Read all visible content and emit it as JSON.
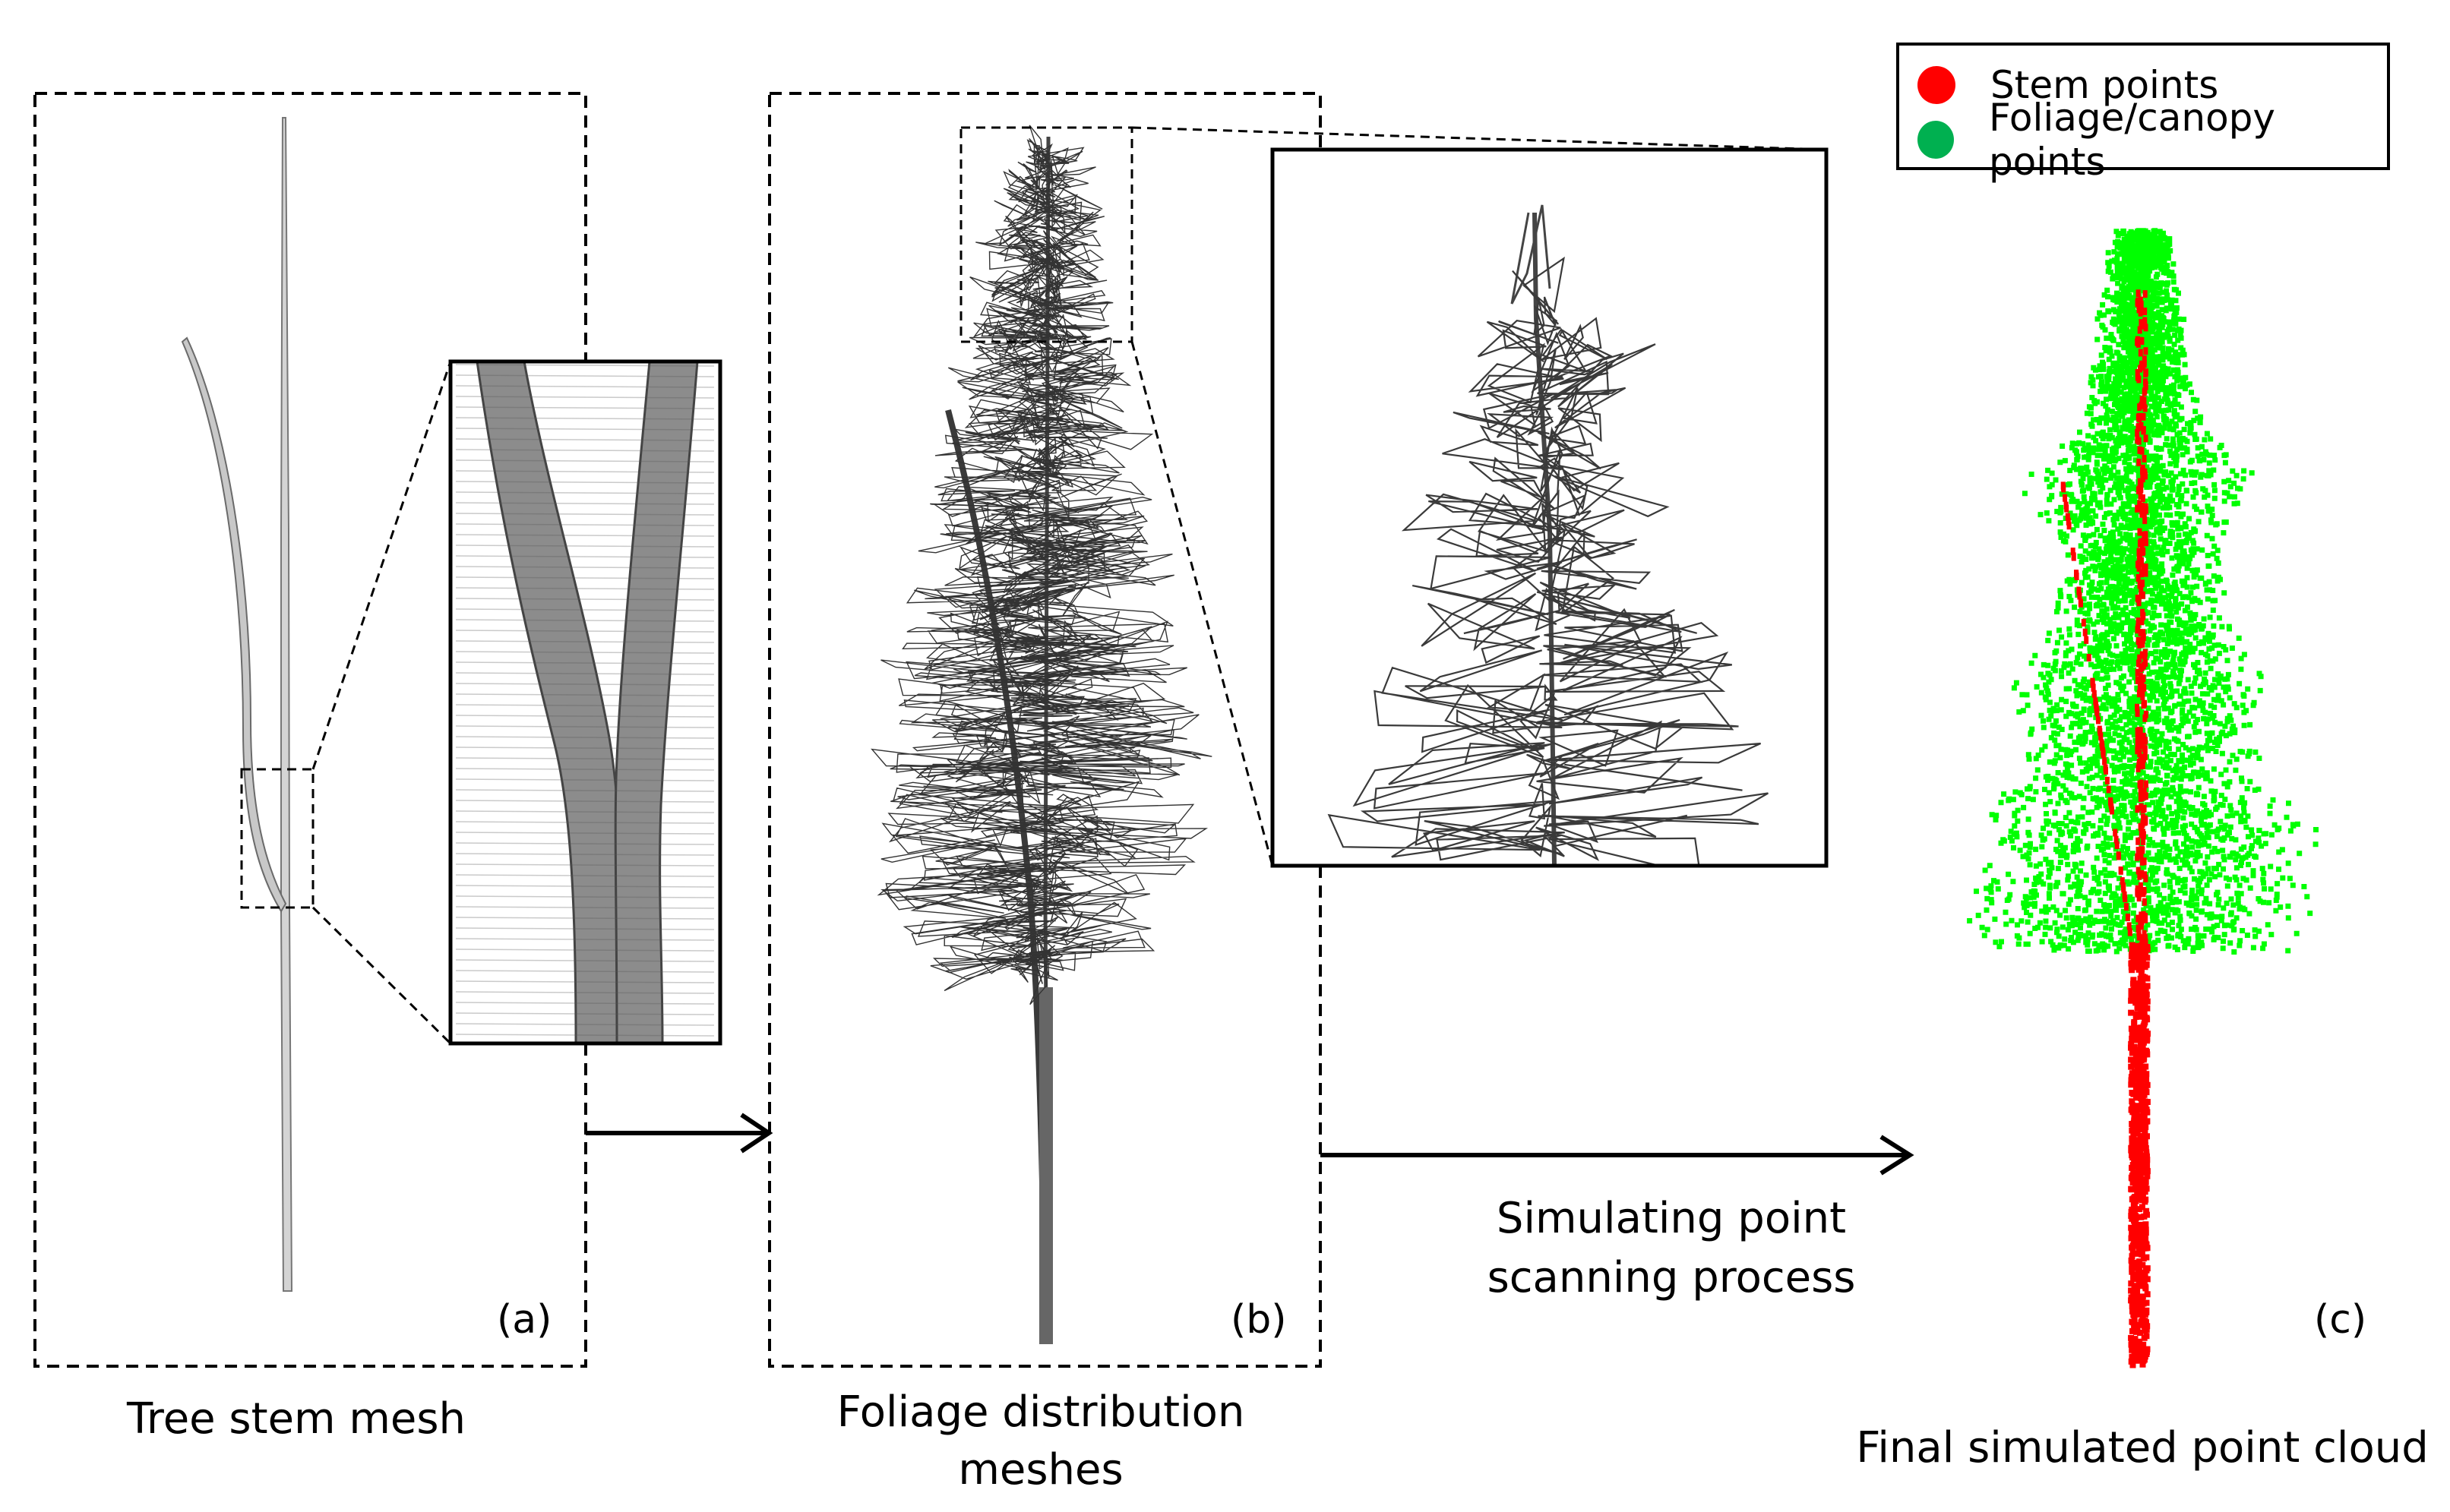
{
  "panels": {
    "a": {
      "label": "(a)",
      "caption": "Tree stem mesh"
    },
    "b": {
      "label": "(b)",
      "caption": "Foliage distribution\nmeshes"
    },
    "c": {
      "label": "(c)",
      "caption": "Final simulated point cloud"
    }
  },
  "process_arrow_label": "Simulating point\nscanning process",
  "legend": {
    "items": [
      {
        "label": "Stem points",
        "color": "#ff0000"
      },
      {
        "label": "Foliage/canopy points",
        "color": "#00b050"
      }
    ]
  },
  "colors": {
    "stem_points": "#ff0000",
    "foliage_points": "#00ff00",
    "mesh_lines": "#3a3a3a",
    "stem_mesh": "#9a9a9a"
  }
}
